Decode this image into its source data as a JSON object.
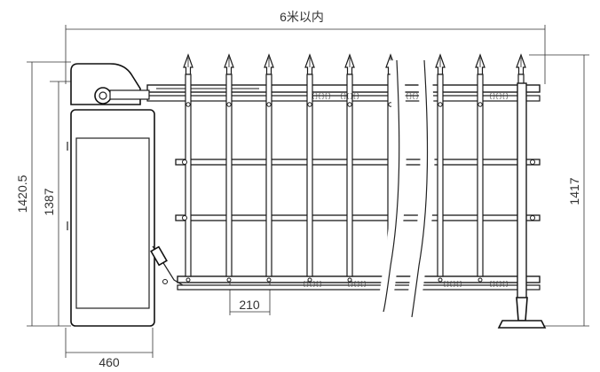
{
  "dimensions": {
    "total_width": "6米以内",
    "overall_height": "1420.5",
    "cabinet_height": "1387",
    "fence_height": "1417",
    "cabinet_width": "460",
    "bar_spacing": "210"
  },
  "rail_marks": {
    "label": "[][][]"
  },
  "colors": {
    "line": "#222222",
    "dim": "#333333",
    "background": "#ffffff"
  },
  "icons": [
    "spear-tip-icon",
    "bolt-icon",
    "pivot-icon",
    "foot-icon"
  ]
}
